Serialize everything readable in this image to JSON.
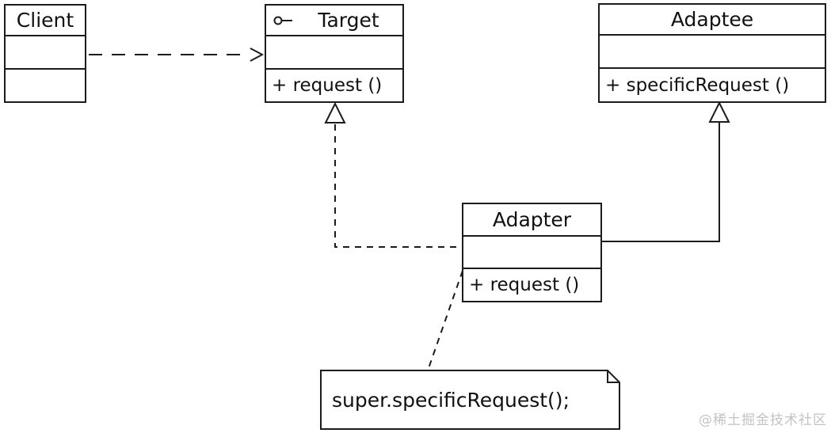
{
  "colors": {
    "background": "#ffffff",
    "line": "#1c1c1c",
    "text": "#111111",
    "watermark": "#c3c3c3"
  },
  "classes": {
    "client": {
      "name": "Client"
    },
    "target": {
      "name": "Target",
      "method": "+ request ()",
      "stereotype_icon": "lollipop-interface-icon"
    },
    "adaptee": {
      "name": "Adaptee",
      "method": "+ specificRequest ()"
    },
    "adapter": {
      "name": "Adapter",
      "method": "+ request ()"
    }
  },
  "note": {
    "text": "super.specificRequest();"
  },
  "relationships": [
    {
      "from": "Client",
      "to": "Target",
      "type": "dependency",
      "line": "dashed",
      "arrow": "open-arrowhead"
    },
    {
      "from": "Adapter",
      "to": "Target",
      "type": "realization",
      "line": "dashed",
      "arrow": "hollow-triangle"
    },
    {
      "from": "Adapter",
      "to": "Adaptee",
      "type": "generalization",
      "line": "solid",
      "arrow": "hollow-triangle"
    },
    {
      "from": "Adapter",
      "to": "Note",
      "type": "note-anchor",
      "line": "dashed",
      "arrow": "none"
    }
  ],
  "watermark": {
    "text": "@稀土掘金技术社区"
  }
}
